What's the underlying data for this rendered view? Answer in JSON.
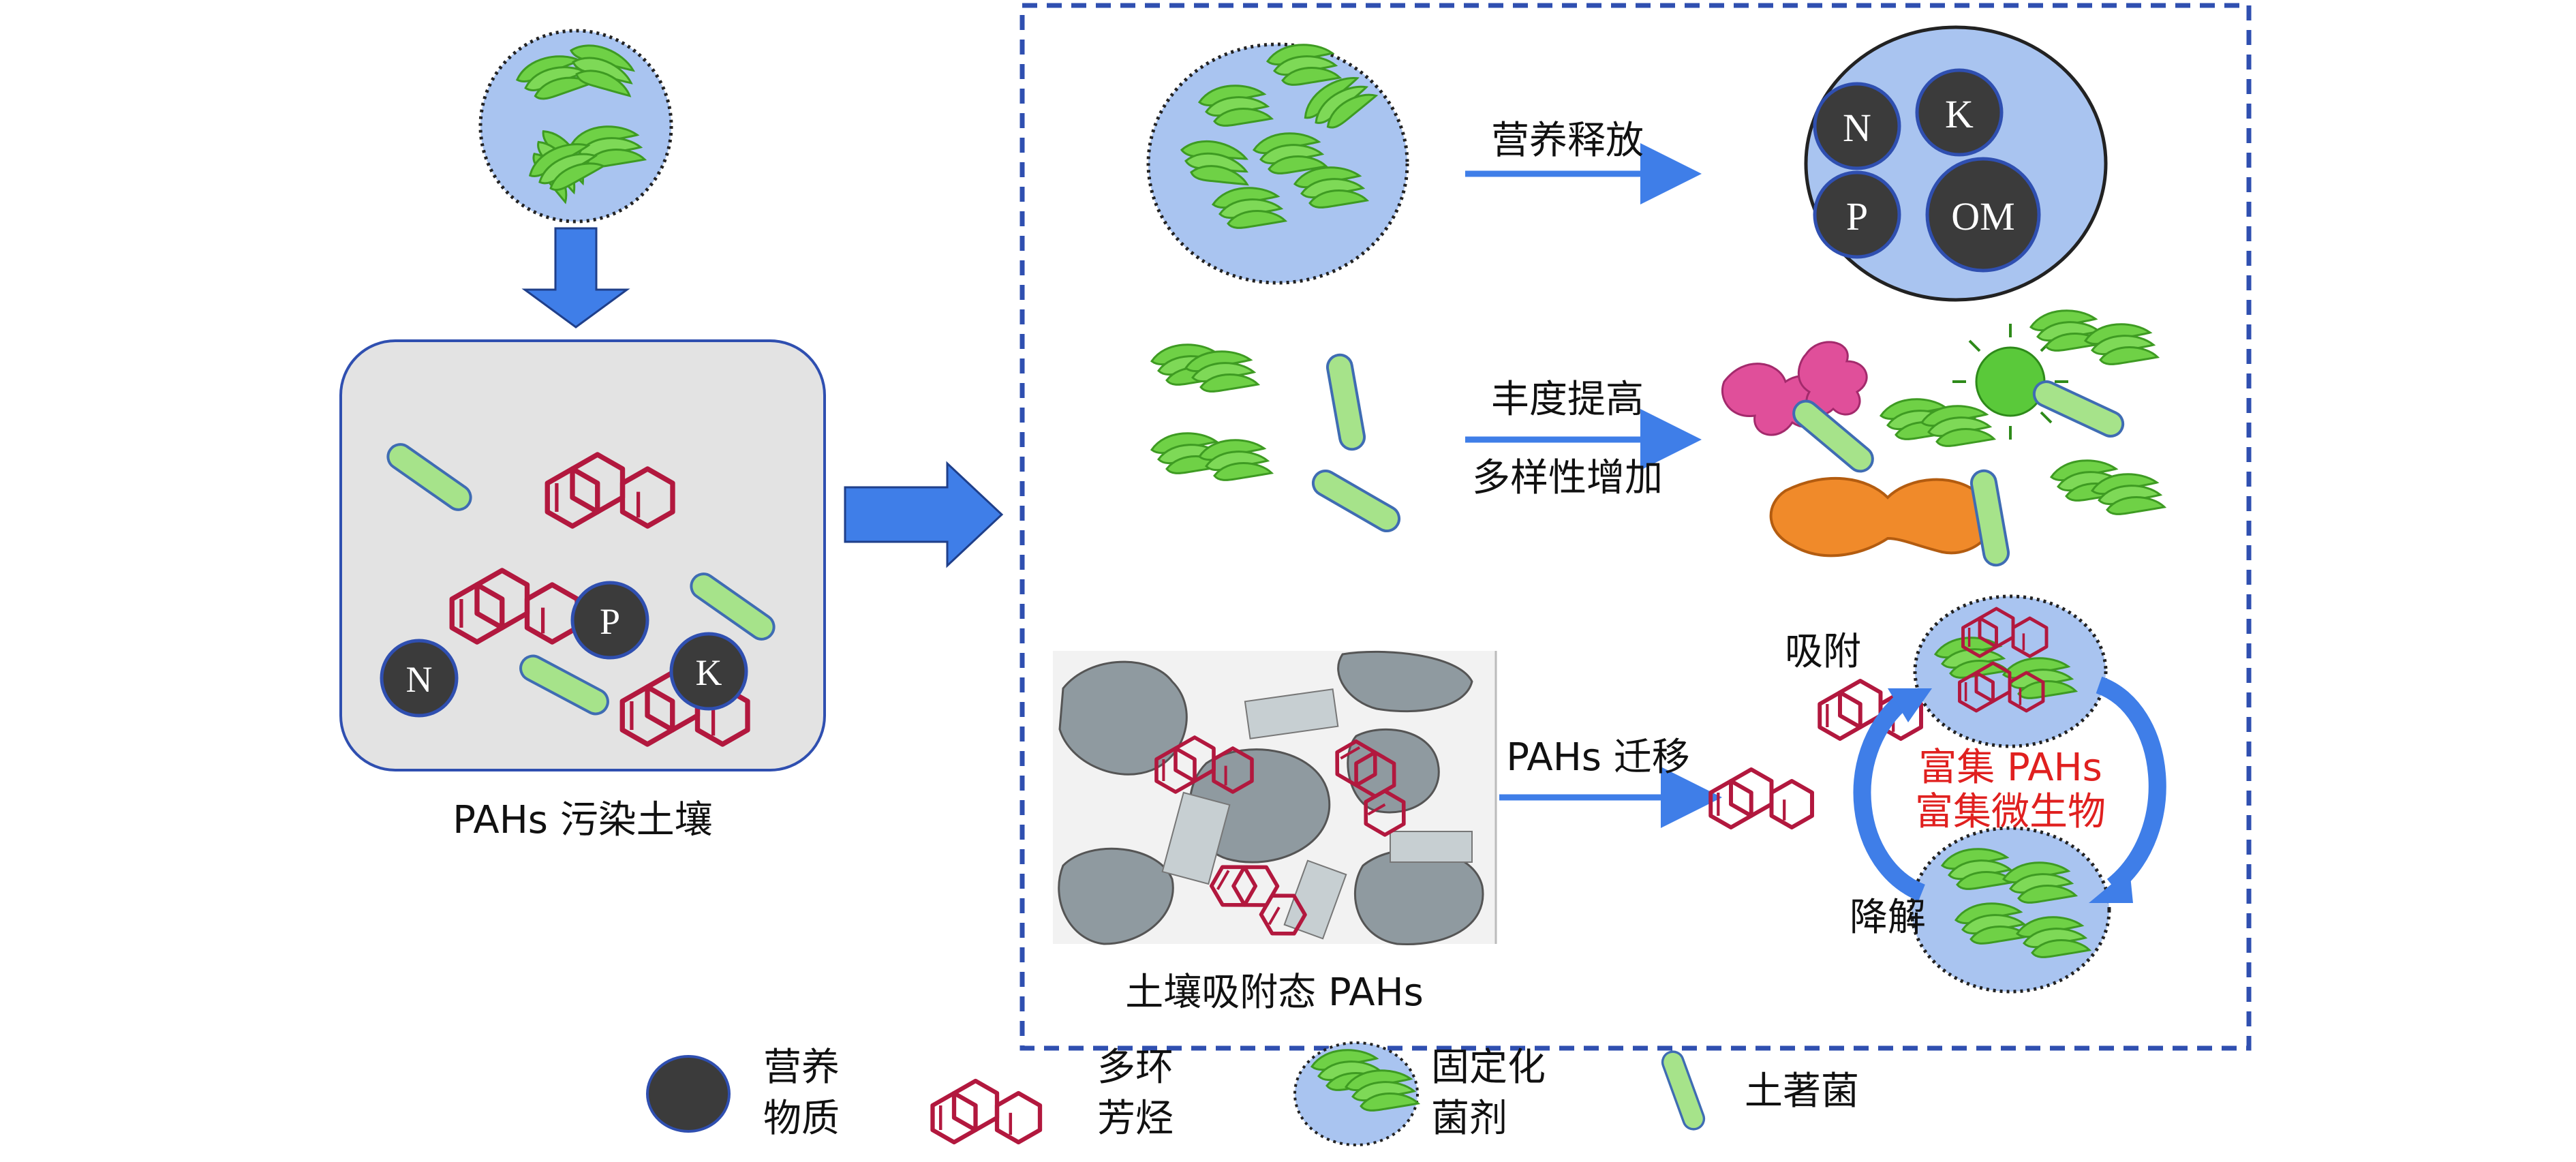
{
  "left_panel": {
    "caption": "PAHs 污染土壤",
    "nutrients": [
      "N",
      "P",
      "K"
    ]
  },
  "right_panel": {
    "row1": {
      "arrow_label": "营养释放",
      "nutrients": [
        "N",
        "K",
        "P",
        "OM"
      ]
    },
    "row2": {
      "arrow_label_line1": "丰度提高",
      "arrow_label_line2": "多样性增加"
    },
    "row3": {
      "image_caption": "土壤吸附态 PAHs",
      "arrow_label": "PAHs 迁移",
      "adsorb_label": "吸附",
      "degrade_label": "降解",
      "enrich_line1": "富集 PAHs",
      "enrich_line2": "富集微生物"
    }
  },
  "legend": [
    {
      "label_line1": "营养",
      "label_line2": "物质",
      "icon": "nutrient-circle-icon"
    },
    {
      "label_line1": "多环",
      "label_line2": "芳烃",
      "icon": "pah-molecule-icon"
    },
    {
      "label_line1": "固定化",
      "label_line2": "菌剂",
      "icon": "immobilized-bacteria-icon"
    },
    {
      "label_line1": "土著菌",
      "label_line2": "",
      "icon": "indigenous-bacteria-icon"
    }
  ],
  "colors": {
    "arrow_blue": "#3f7ee8",
    "dashed_border": "#2f4fb0",
    "carrier_blue": "#a9c4f0",
    "nutrient_dark": "#3b3b3b",
    "pah_red": "#b2183e",
    "bacteria_green": "#7ed957",
    "enrich_red": "#e0201f",
    "soil_box_gray": "#e3e3e3"
  }
}
